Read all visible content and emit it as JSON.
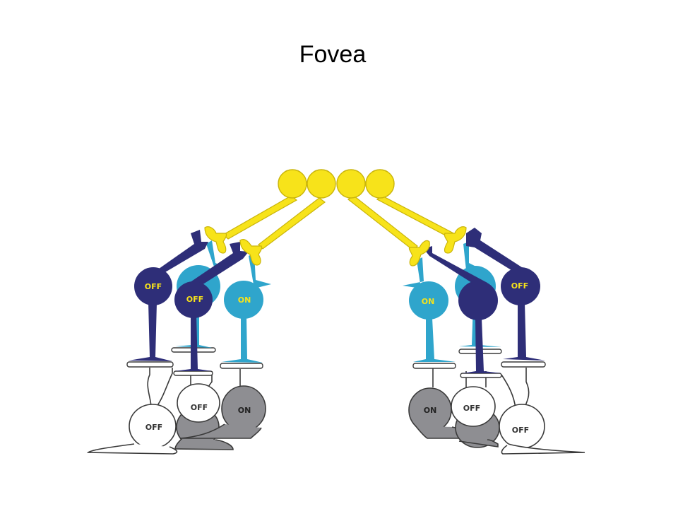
{
  "title": "Fovea",
  "colors": {
    "cone": "#F7E31A",
    "cone_stroke": "#C9B40A",
    "bipolar_off": "#2E2E78",
    "bipolar_on": "#2FA5CC",
    "ganglion_on": "#8E8E92",
    "ganglion_off": "#FFFFFF",
    "outline": "#3A3A3A"
  },
  "labels": {
    "left_bipolar_off_1": "OFF",
    "left_bipolar_off_2": "OFF",
    "left_bipolar_on": "ON",
    "right_bipolar_on": "ON",
    "right_bipolar_off": "OFF",
    "left_ganglion_off_1": "OFF",
    "left_ganglion_off_2": "OFF",
    "left_ganglion_on": "ON",
    "right_ganglion_on": "ON",
    "right_ganglion_off_1": "OFF",
    "right_ganglion_off_2": "OFF"
  }
}
